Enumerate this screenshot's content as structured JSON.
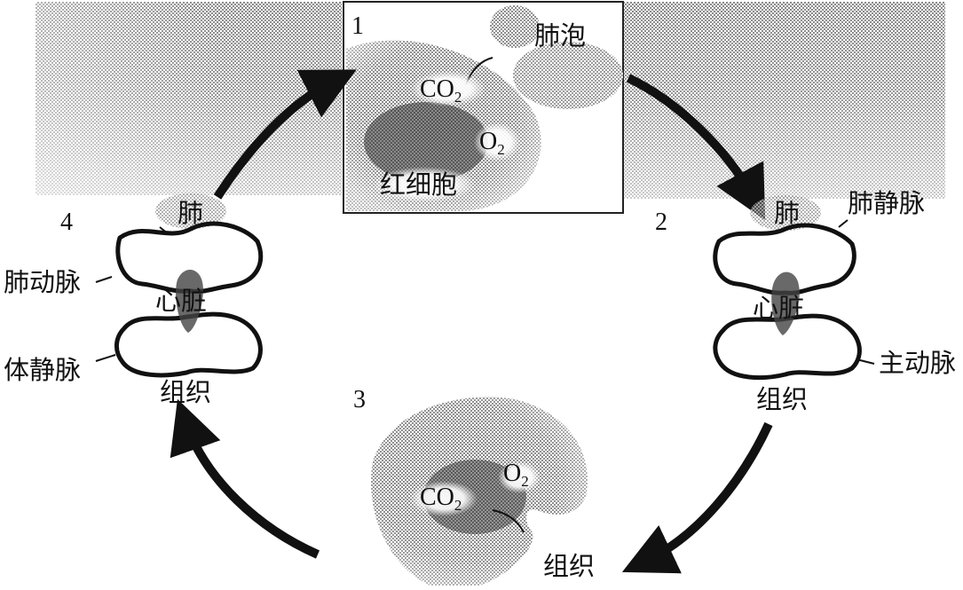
{
  "panel1": {
    "number": "1",
    "alveolus": "肺泡",
    "co2": "CO",
    "co2_sub": "2",
    "o2": "O",
    "o2_sub": "2",
    "rbc": "红细胞"
  },
  "panel2": {
    "number": "2",
    "lung": "肺",
    "pulmonary_vein": "肺静脉",
    "heart": "心脏",
    "aorta": "主动脉",
    "tissue": "组织"
  },
  "panel3": {
    "number": "3",
    "o2": "O",
    "o2_sub": "2",
    "co2": "CO",
    "co2_sub": "2",
    "tissue": "组织"
  },
  "panel4": {
    "number": "4",
    "lung": "肺",
    "pulmonary_artery": "肺动脉",
    "heart": "心脏",
    "vena_cava": "体静脉",
    "tissue": "组织"
  }
}
